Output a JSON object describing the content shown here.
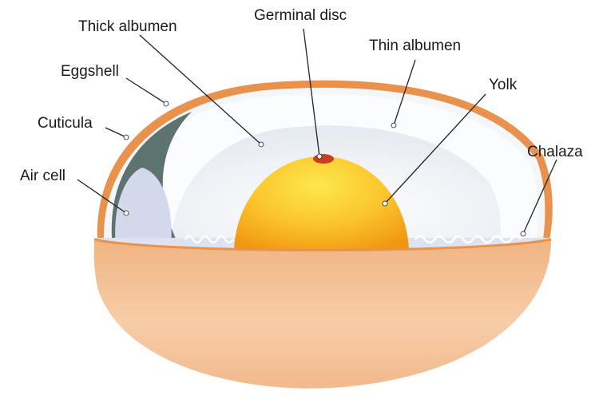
{
  "labels": {
    "germinal_disc": "Germinal disc",
    "thick_albumen": "Thick albumen",
    "thin_albumen": "Thin albumen",
    "eggshell": "Eggshell",
    "yolk": "Yolk",
    "cuticula": "Cuticula",
    "chalaza": "Chalaza",
    "air_cell": "Air cell"
  },
  "colors": {
    "shell_outer": "#e8924e",
    "shell_light": "#f7c9a3",
    "albumen_thin": "#fbfcfd",
    "albumen_thick": "#e9eef3",
    "air_cell": "#d3d8ec",
    "membrane_dark": "#5c7370",
    "yolk_light": "#fde14a",
    "yolk_dark": "#f29c12",
    "germinal_disc": "#c8401f"
  }
}
